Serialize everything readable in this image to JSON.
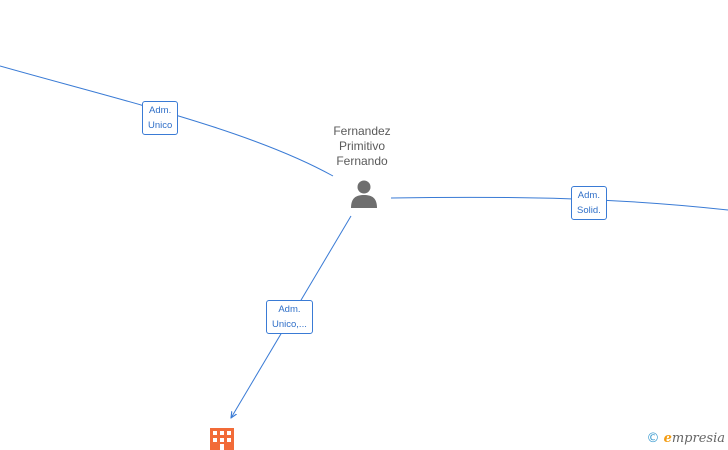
{
  "person": {
    "name_line1": "Fernandez",
    "name_line2": "Primitivo",
    "name_line3": "Fernando",
    "icon": "person-icon"
  },
  "edges": [
    {
      "line1": "Adm.",
      "line2": "Unico"
    },
    {
      "line1": "Adm.",
      "line2": "Solid."
    },
    {
      "line1": "Adm.",
      "line2": "Unico,..."
    }
  ],
  "company": {
    "icon": "building-icon",
    "color": "#f26b38"
  },
  "brand": {
    "copyright": "©",
    "initial": "e",
    "name": "mpresia"
  },
  "colors": {
    "edge": "#3a7bd5",
    "label_text": "#2f6fc8",
    "node": "#6e6e6e"
  }
}
